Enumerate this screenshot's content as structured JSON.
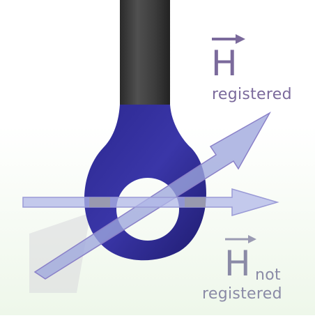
{
  "labels": {
    "registered": {
      "letter": "H",
      "text": "registered",
      "color": "#7b6a9c"
    },
    "not_registered": {
      "letter": "H",
      "line1": "not",
      "line2": "registered",
      "color": "#8a8aa6"
    }
  },
  "colors": {
    "probe_body": "#3b3b3b",
    "ring": "#2e2a8c",
    "registered_arrow": "#9ea6dd",
    "not_registered_arrow": "#b2b8e8",
    "background_tint": "#eef7ea"
  },
  "icons": [
    "vector-arrow-icon"
  ]
}
